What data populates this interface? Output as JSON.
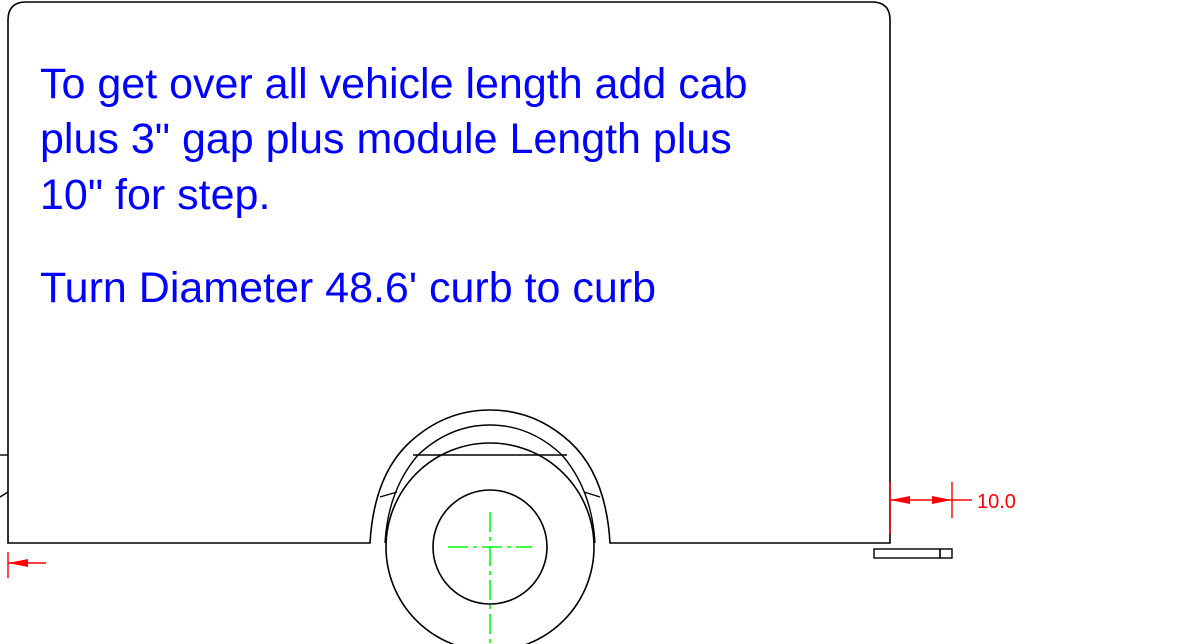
{
  "notes": {
    "line1": "To get over all vehicle length add cab",
    "line2": "plus 3\" gap plus module Length plus",
    "line3": "10\" for step.",
    "line4": "Turn Diameter 48.6' curb to curb"
  },
  "dimension": {
    "value": "10.0"
  },
  "colors": {
    "outline": "#000000",
    "note_text": "#0000ff",
    "dimension": "#ff0000",
    "centerline": "#00ff00",
    "background": "#ffffff"
  }
}
